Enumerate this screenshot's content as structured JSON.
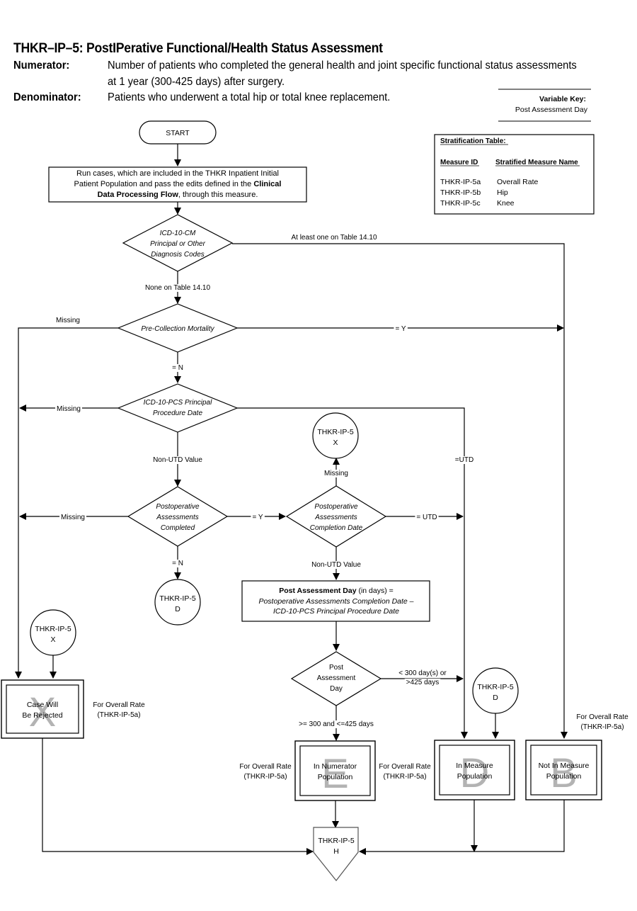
{
  "header": {
    "title": "THKR–IP–5:  PostIPerative Functional/Health Status Assessment",
    "numerator_label": "Numerator:",
    "numerator_text_line1": "Number of patients who completed the general health and joint specific functional status assessments",
    "numerator_text_line2": "at 1 year (300-425 days) after surgery.",
    "denominator_label": "Denominator:",
    "denominator_text": "Patients who underwent a total hip or total knee replacement."
  },
  "variable_key": {
    "title": "Variable  Key:",
    "items": [
      "Post Assessment Day"
    ]
  },
  "stratification_table": {
    "title": "Stratification Table:",
    "col_headers": [
      "Measure ID",
      "Stratified Measure Name"
    ],
    "rows": [
      [
        "THKR-IP-5a",
        "Overall Rate"
      ],
      [
        "THKR-IP-5b",
        "Hip"
      ],
      [
        "THKR-IP-5c",
        "Knee"
      ]
    ]
  },
  "nodes": {
    "start": "START",
    "run_cases": [
      "Run cases, which are included in the THKR Inpatient Initial",
      "Patient Population and pass the edits defined in the ",
      "Clinical",
      "Data Processing Flow",
      ", through this measure."
    ],
    "icd10cm": [
      "ICD-10-CM",
      "Principal or Other",
      "Diagnosis Codes"
    ],
    "precollection": [
      "Pre-Collection Mortality"
    ],
    "icd10pcs": [
      "ICD-10-PCS Principal",
      "Procedure Date"
    ],
    "postop_completed": [
      "Postoperative",
      "Assessments",
      "Completed"
    ],
    "postop_date": [
      "Postoperative",
      "Assessments",
      "Completion Date"
    ],
    "calc_box": {
      "bold": "Post Assessment Day",
      "rest": " (in days) =",
      "line2": "Postoperative Assessments Completion Date –",
      "line3": "ICD-10-PCS Principal Procedure Date"
    },
    "post_day": [
      "Post",
      "Assessment",
      "Day"
    ],
    "connector_x_top": [
      "THKR-IP-5",
      "X"
    ],
    "connector_d_mid": [
      "THKR-IP-5",
      "D"
    ],
    "connector_x_left": [
      "THKR-IP-5",
      "X"
    ],
    "connector_d_right": [
      "THKR-IP-5",
      "D"
    ],
    "connector_h": [
      "THKR-IP-5",
      "H"
    ],
    "outcome_x": {
      "letter": "X",
      "lines": [
        "Case Will",
        "Be Rejected"
      ]
    },
    "outcome_e": {
      "letter": "E",
      "lines": [
        "In Numerator",
        "Population"
      ]
    },
    "outcome_d": {
      "letter": "D",
      "lines": [
        "In Measure",
        "Population"
      ]
    },
    "outcome_b": {
      "letter": "B",
      "lines": [
        "Not In Measure",
        "Population"
      ]
    }
  },
  "edge_labels": {
    "at_least_one": "At least one on Table 14.10",
    "none_on": "None on Table 14.10",
    "missing1": "Missing",
    "eq_y1": "=  Y",
    "eq_n1": "= N",
    "missing2": "Missing",
    "non_utd1": "Non-UTD Value",
    "eq_utd1": "=UTD",
    "missing3": "Missing",
    "eq_y2": "=  Y",
    "missing4": "Missing",
    "eq_utd2": "=  UTD",
    "eq_n2": "= N",
    "non_utd2": "Non-UTD Value",
    "range_out": [
      "< 300 day(s) or",
      ">425 days"
    ],
    "range_in": ">= 300 and <=425 days"
  },
  "annotations": {
    "overall_rate_x": [
      "For Overall Rate",
      "(THKR-IP-5a)"
    ],
    "overall_rate_e": [
      "For Overall Rate",
      "(THKR-IP-5a)"
    ],
    "overall_rate_d": [
      "For Overall Rate",
      "(THKR-IP-5a)"
    ],
    "overall_rate_b": [
      "For Overall Rate",
      "(THKR-IP-5a)"
    ]
  },
  "colors": {
    "line": "#000000",
    "watermark_letter": "#b3b3b3"
  }
}
